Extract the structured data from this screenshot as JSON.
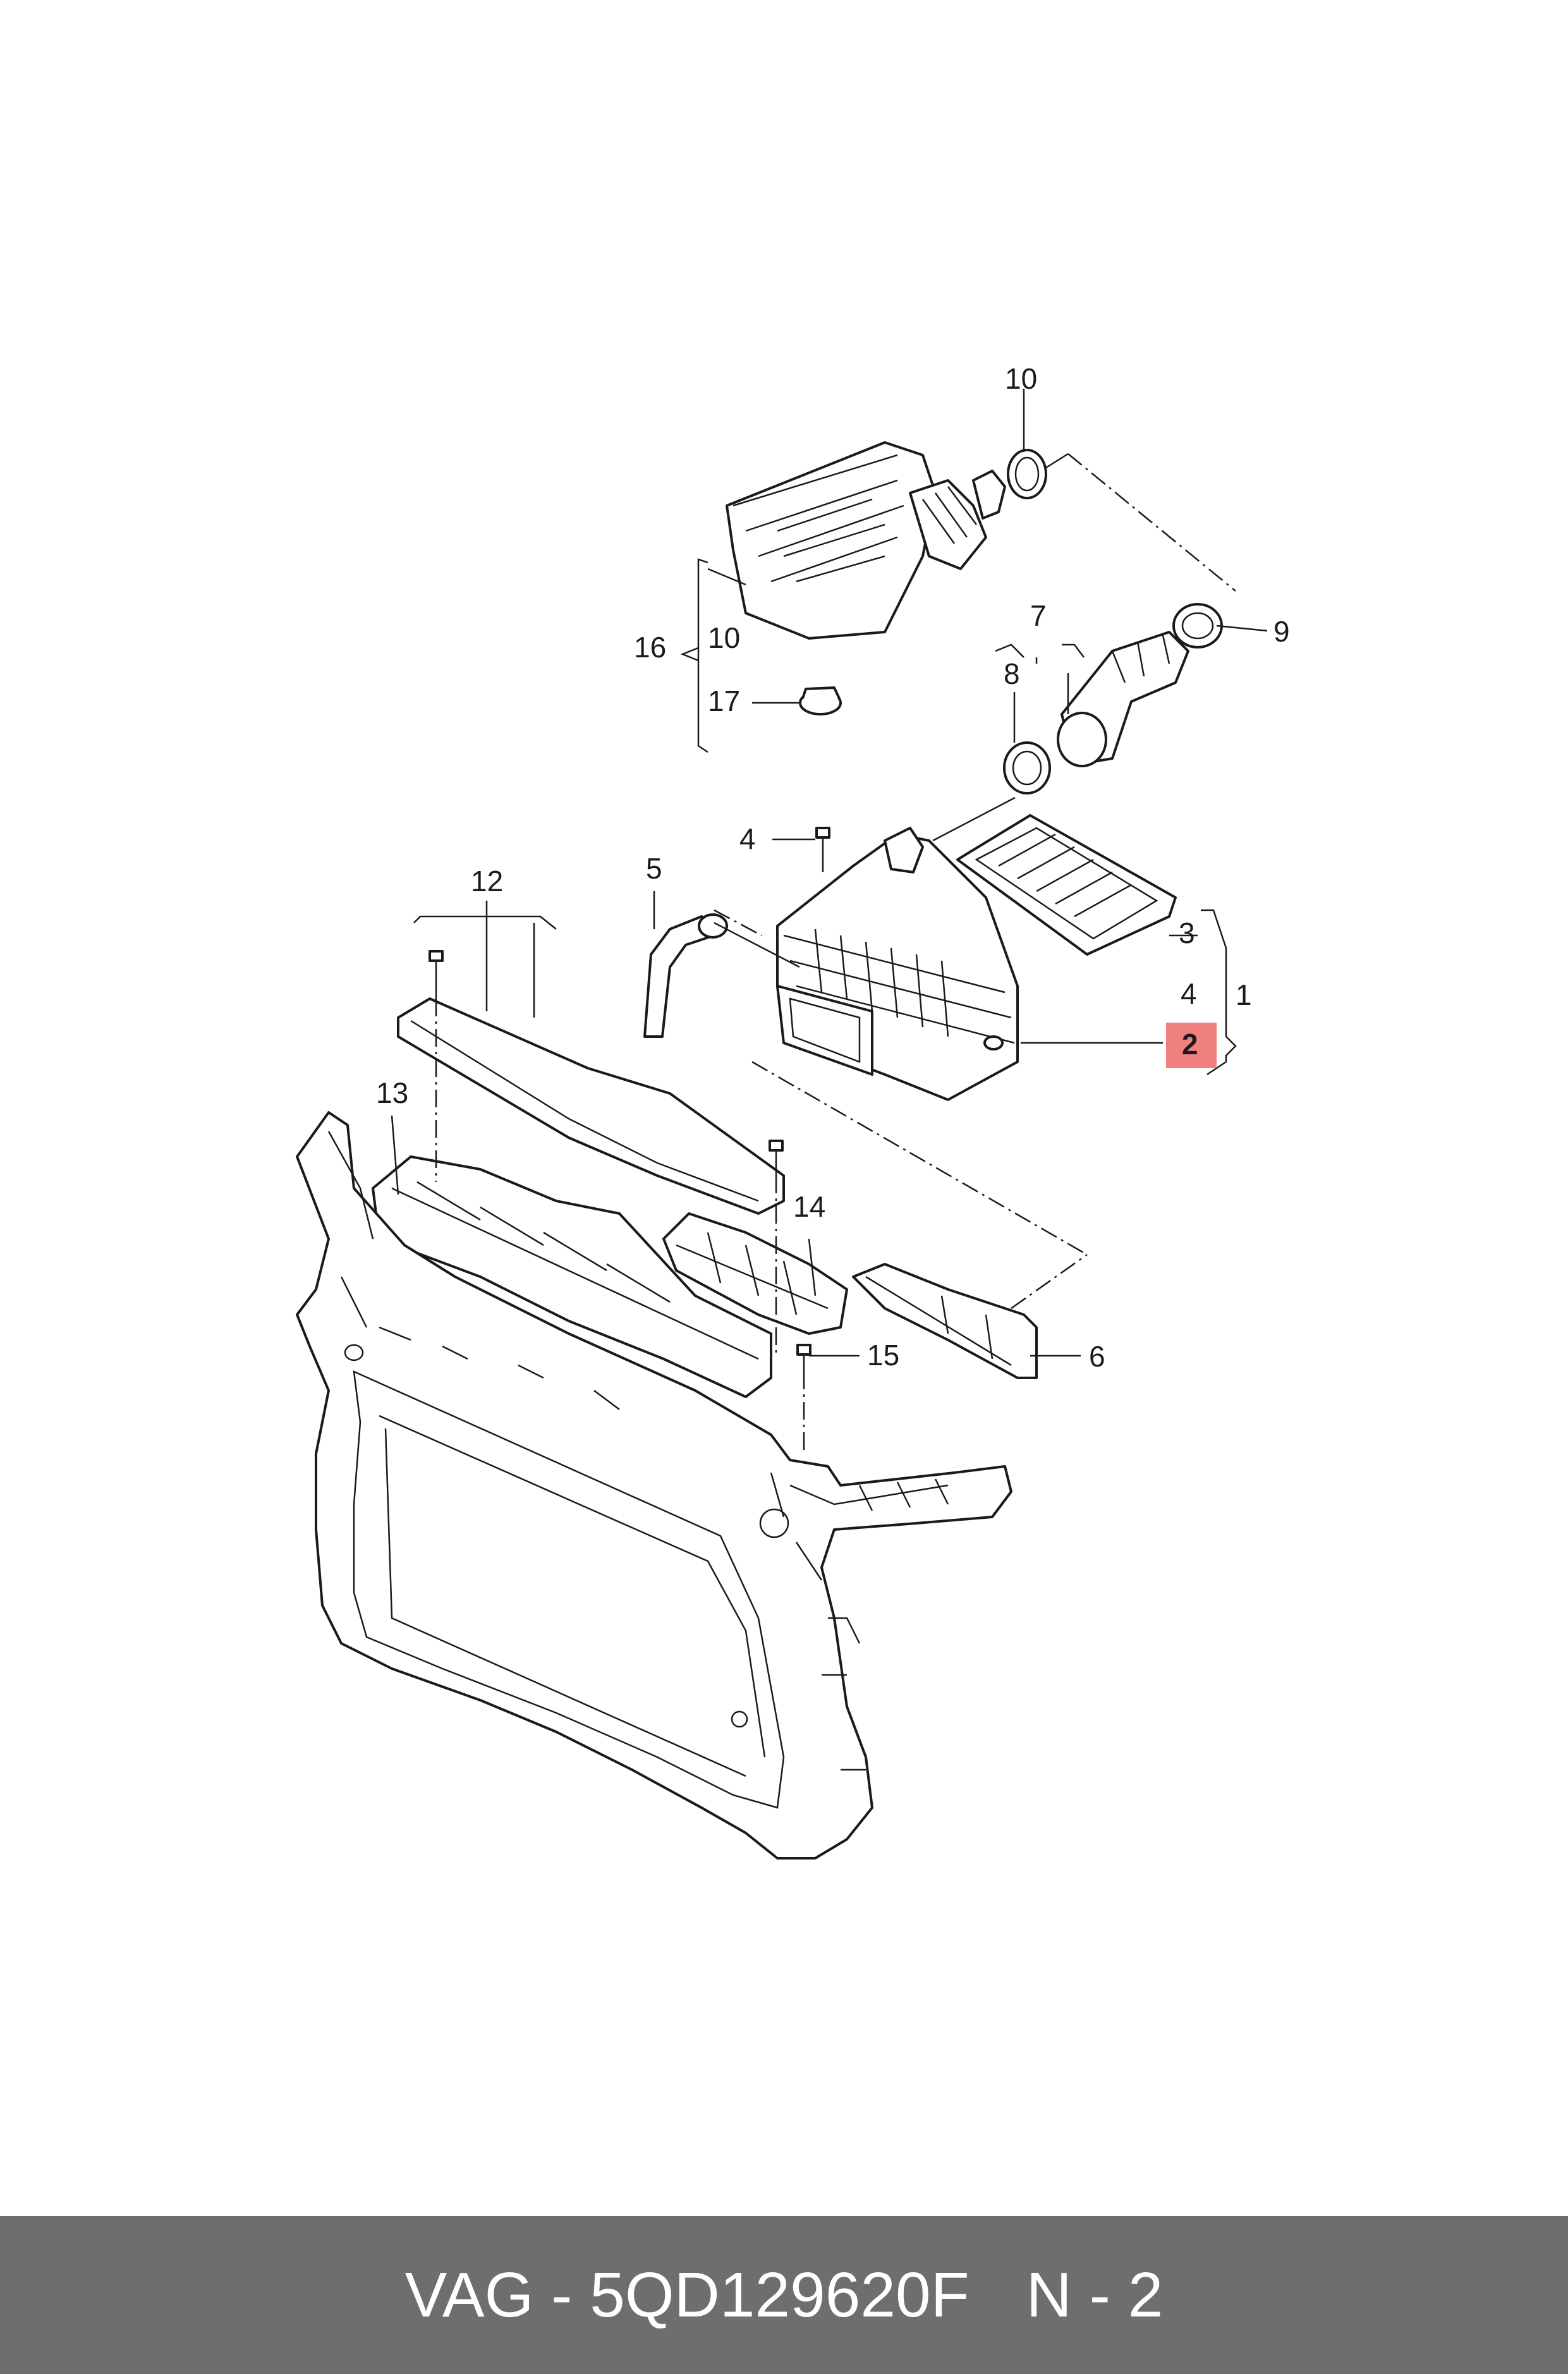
{
  "callouts": {
    "c10_top": "10",
    "c9": "9",
    "c7": "7",
    "c8": "8",
    "c16": "16",
    "c10_mid": "10",
    "c17": "17",
    "c4_bolt": "4",
    "c5": "5",
    "c12": "12",
    "c3": "3",
    "c4_group": "4",
    "c1": "1",
    "c2": "2",
    "c13": "13",
    "c14": "14",
    "c15": "15",
    "c6": "6"
  },
  "highlight": {
    "label": "2",
    "color": "#f08080"
  },
  "colors": {
    "footer_bg": "#6e6e6e",
    "line": "#1a1a1a"
  },
  "footer": {
    "brand": "VAG",
    "dash": "-",
    "part_number": "5QD129620F",
    "code": "N - 2"
  }
}
